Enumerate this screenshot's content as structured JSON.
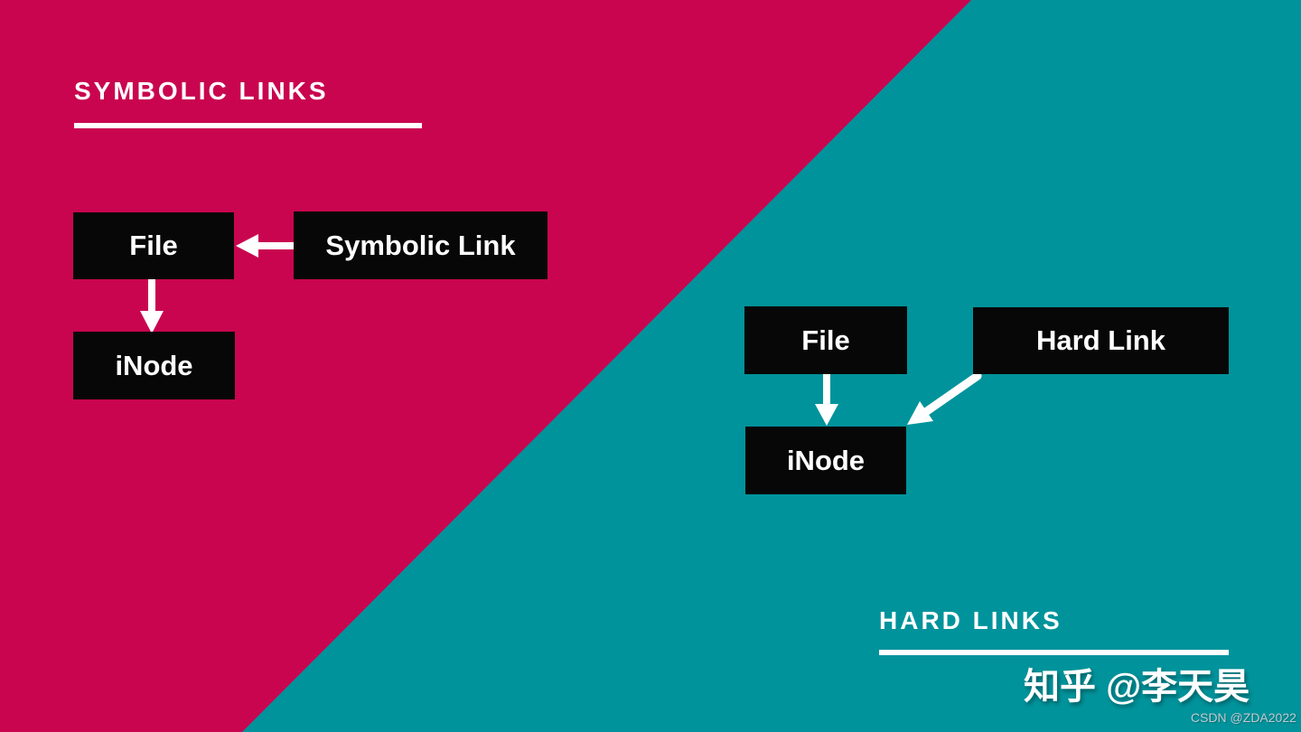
{
  "colors": {
    "teal_background": "#00939B",
    "crimson_background": "#C9054F",
    "node_background": "#070707",
    "text": "#FFFFFF",
    "csdn_watermark_text": "#C2CAD0"
  },
  "sections": {
    "symbolic": {
      "title": "SYMBOLIC LINKS",
      "nodes": {
        "file": "File",
        "link": "Symbolic Link",
        "inode": "iNode"
      },
      "edges": [
        {
          "from": "Symbolic Link",
          "to": "File"
        },
        {
          "from": "File",
          "to": "iNode"
        }
      ]
    },
    "hard": {
      "title": "HARD LINKS",
      "nodes": {
        "file": "File",
        "link": "Hard Link",
        "inode": "iNode"
      },
      "edges": [
        {
          "from": "File",
          "to": "iNode"
        },
        {
          "from": "Hard Link",
          "to": "iNode"
        }
      ]
    }
  },
  "watermarks": {
    "zhihu": "知乎 @李天昊",
    "csdn": "CSDN @ZDA2022"
  }
}
